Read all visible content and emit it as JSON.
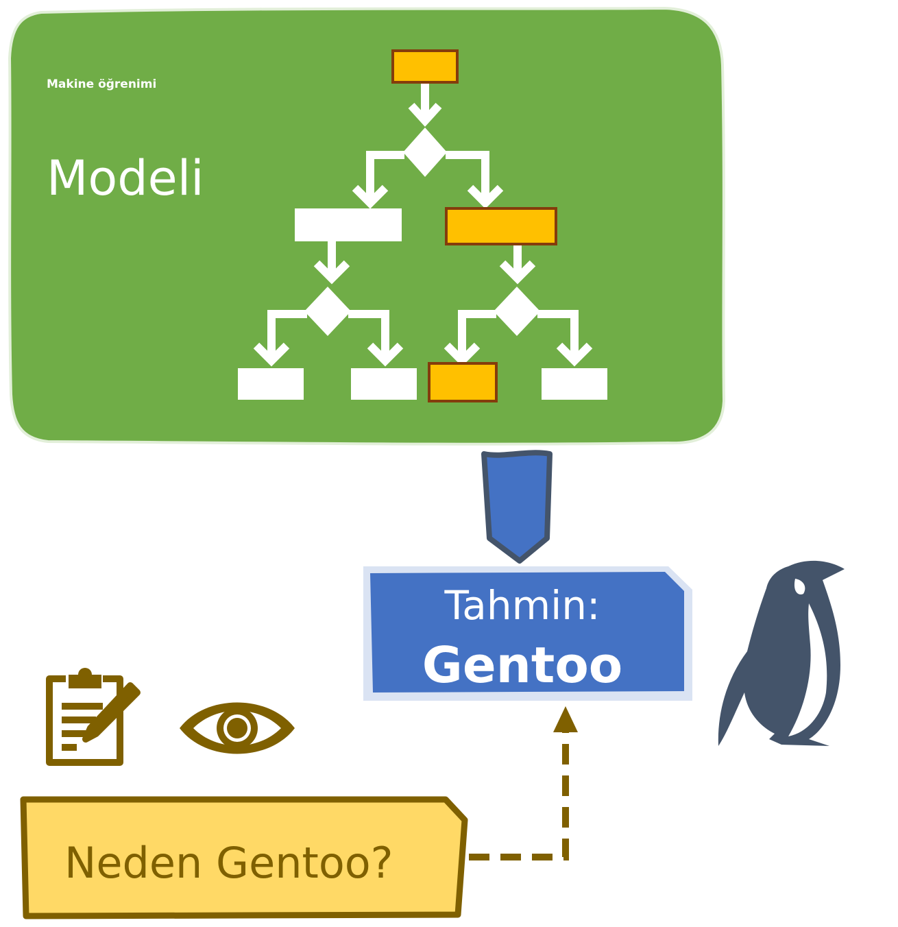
{
  "model_panel": {
    "subtitle": "Makine öğrenimi",
    "title": "Modeli",
    "fill_color": "#70ad47"
  },
  "decision_tree": {
    "highlight_color": "#ffc000",
    "node_color": "#ffffff",
    "icon": "decision-tree-icon"
  },
  "prediction": {
    "label": "Tahmin:",
    "value": "Gentoo",
    "fill_color": "#4472c4"
  },
  "question": {
    "text": "Neden Gentoo?",
    "fill_color": "#ffd966",
    "border_color": "#7f6000"
  },
  "icons": {
    "clipboard": "clipboard-pencil-icon",
    "eye": "eye-icon",
    "penguin": "penguin-icon",
    "arrow_down": "block-arrow-down-icon",
    "dashed_arrow": "dashed-arrow-up-icon"
  },
  "colors": {
    "penguin": "#44546a",
    "icon_brown": "#7f6000"
  }
}
